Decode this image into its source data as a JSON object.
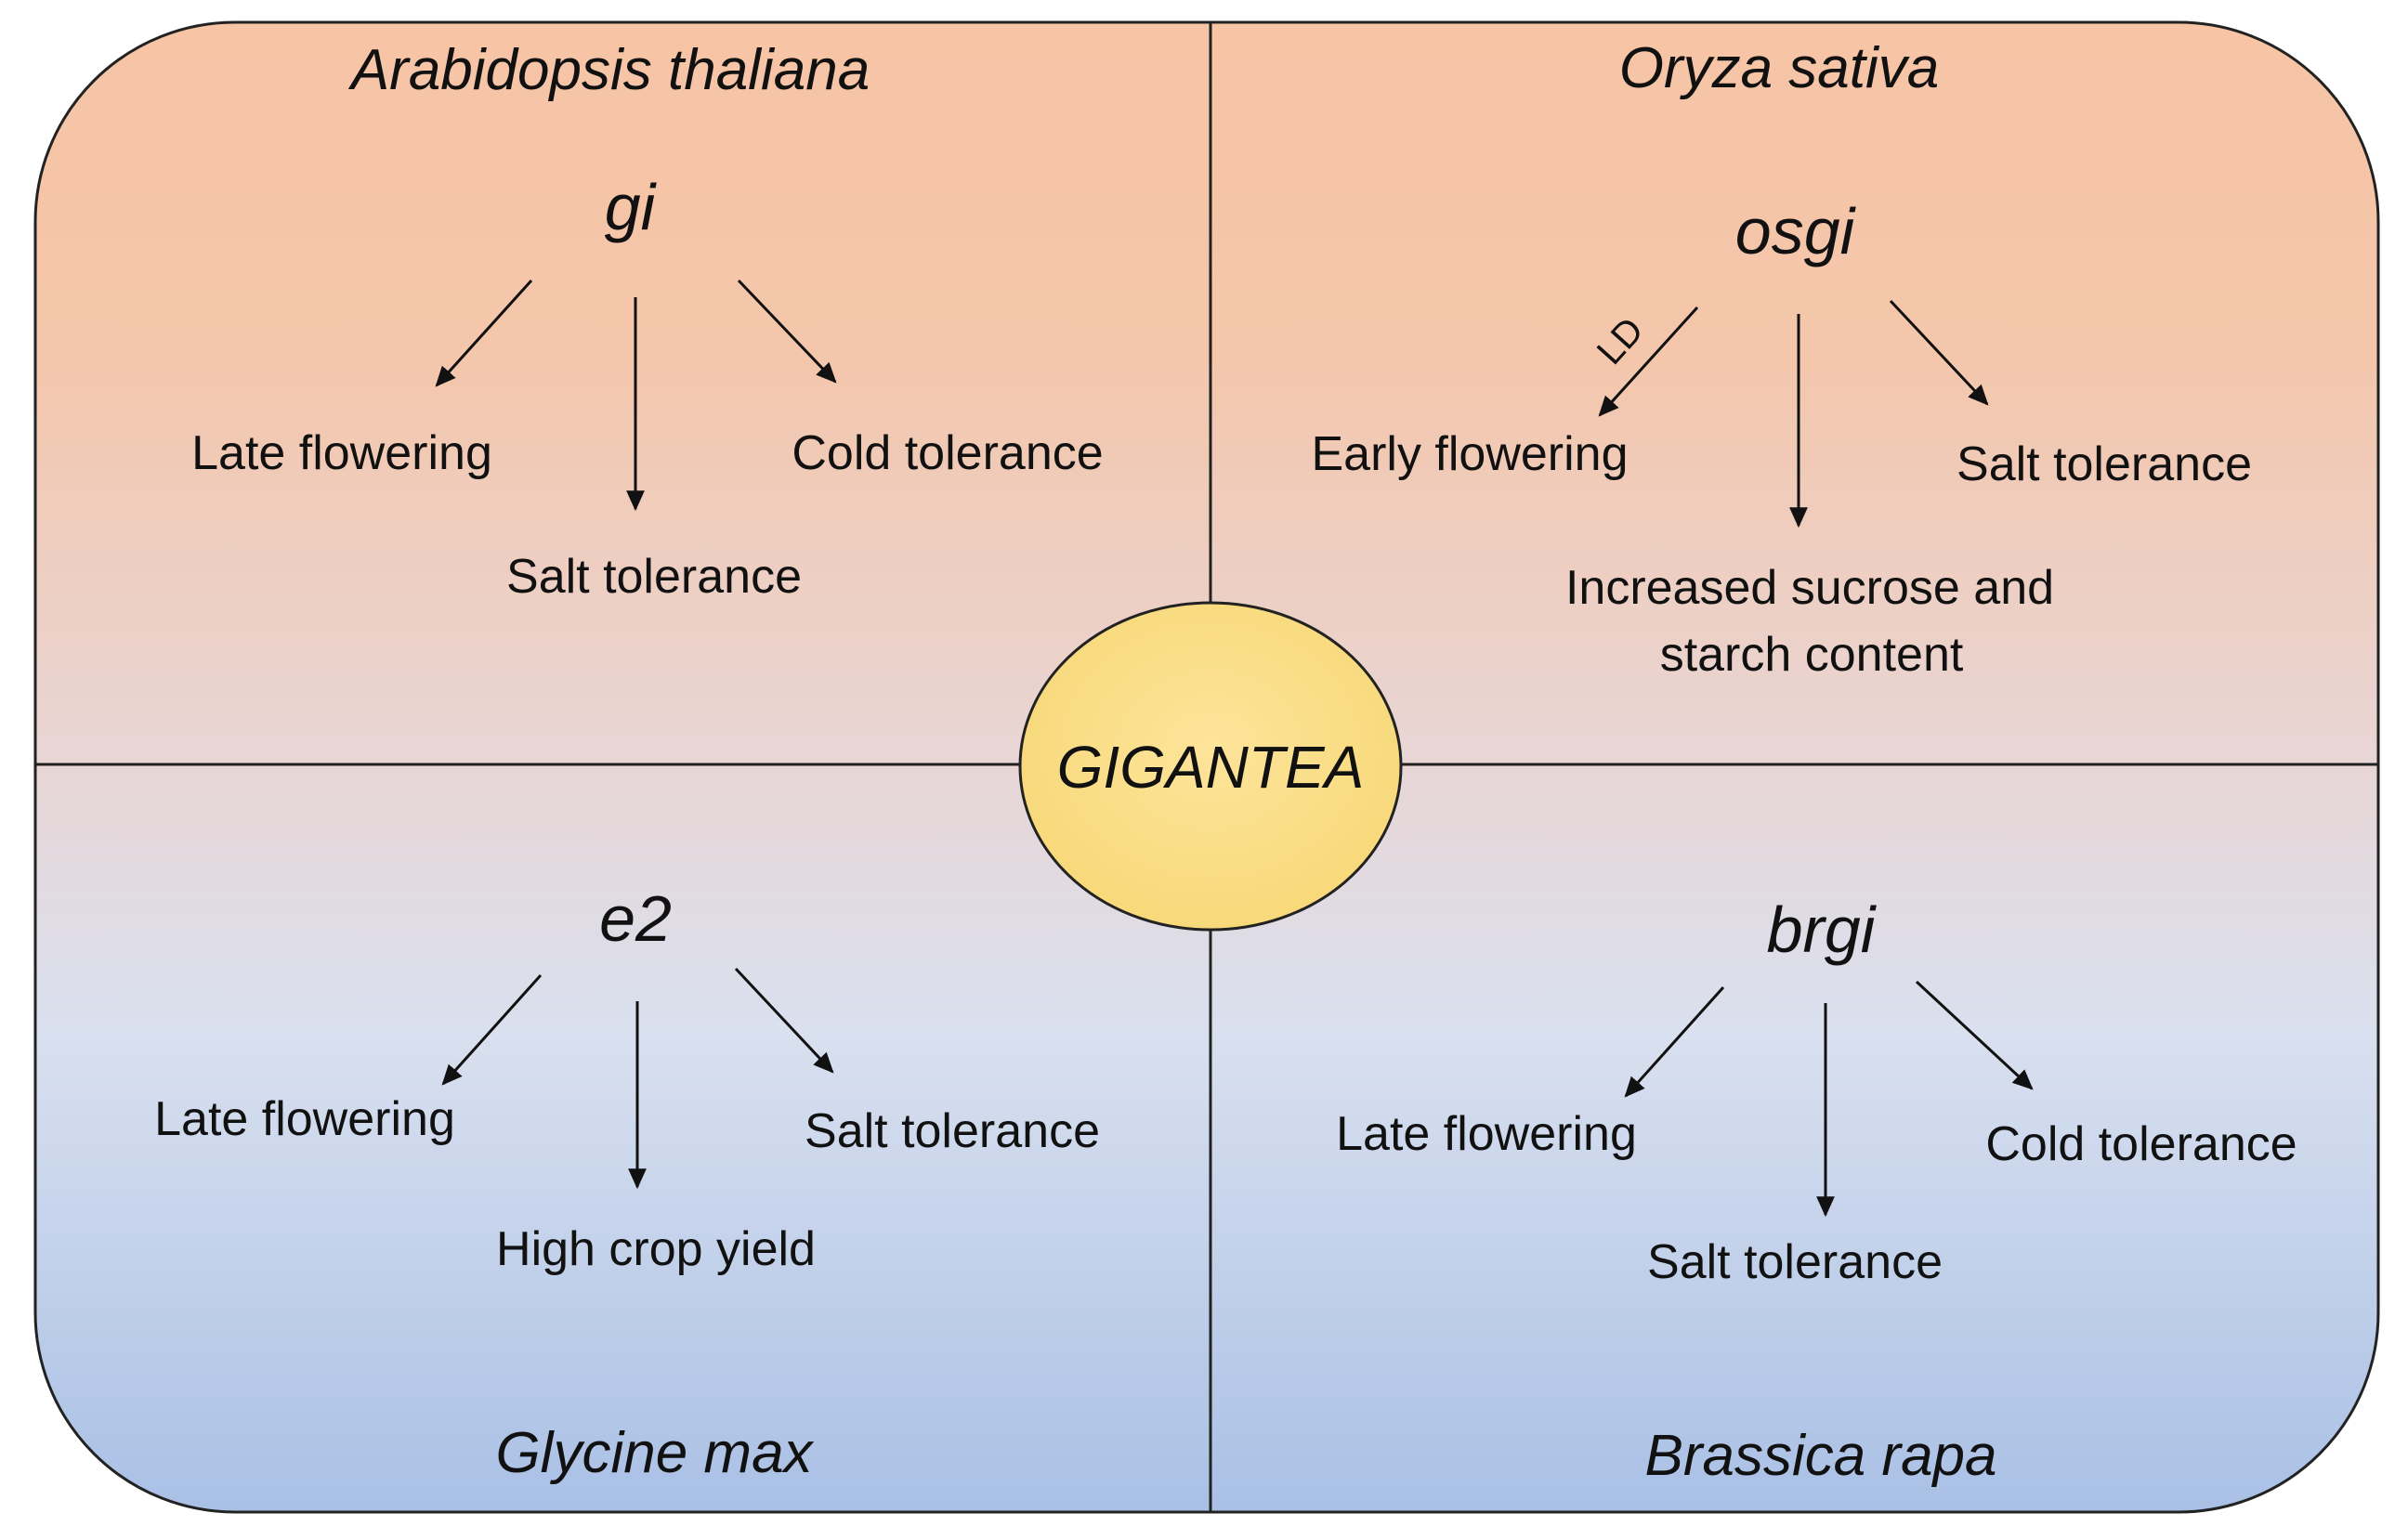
{
  "center_label": "GIGANTEA",
  "quadrants": {
    "top_left": {
      "species": "Arabidopsis thaliana",
      "gene": "gi",
      "effects": [
        "Late flowering",
        "Salt tolerance",
        "Cold tolerance"
      ]
    },
    "top_right": {
      "species": "Oryza sativa",
      "gene": "osgi",
      "arrow_note": "LD",
      "effects": [
        "Early flowering",
        "Increased sucrose and",
        "starch content",
        "Salt tolerance"
      ]
    },
    "bottom_left": {
      "species": "Glycine max",
      "gene": "e2",
      "effects": [
        "Late flowering",
        "High crop yield",
        "Salt tolerance"
      ]
    },
    "bottom_right": {
      "species": "Brassica rapa",
      "gene": "brgi",
      "effects": [
        "Late flowering",
        "Salt tolerance",
        "Cold tolerance"
      ]
    }
  },
  "colors": {
    "top_fill": "#f7c4a5",
    "bottom_fill": "#a9c0e5",
    "center_fill": "#fbdf86",
    "border": "#222222"
  }
}
